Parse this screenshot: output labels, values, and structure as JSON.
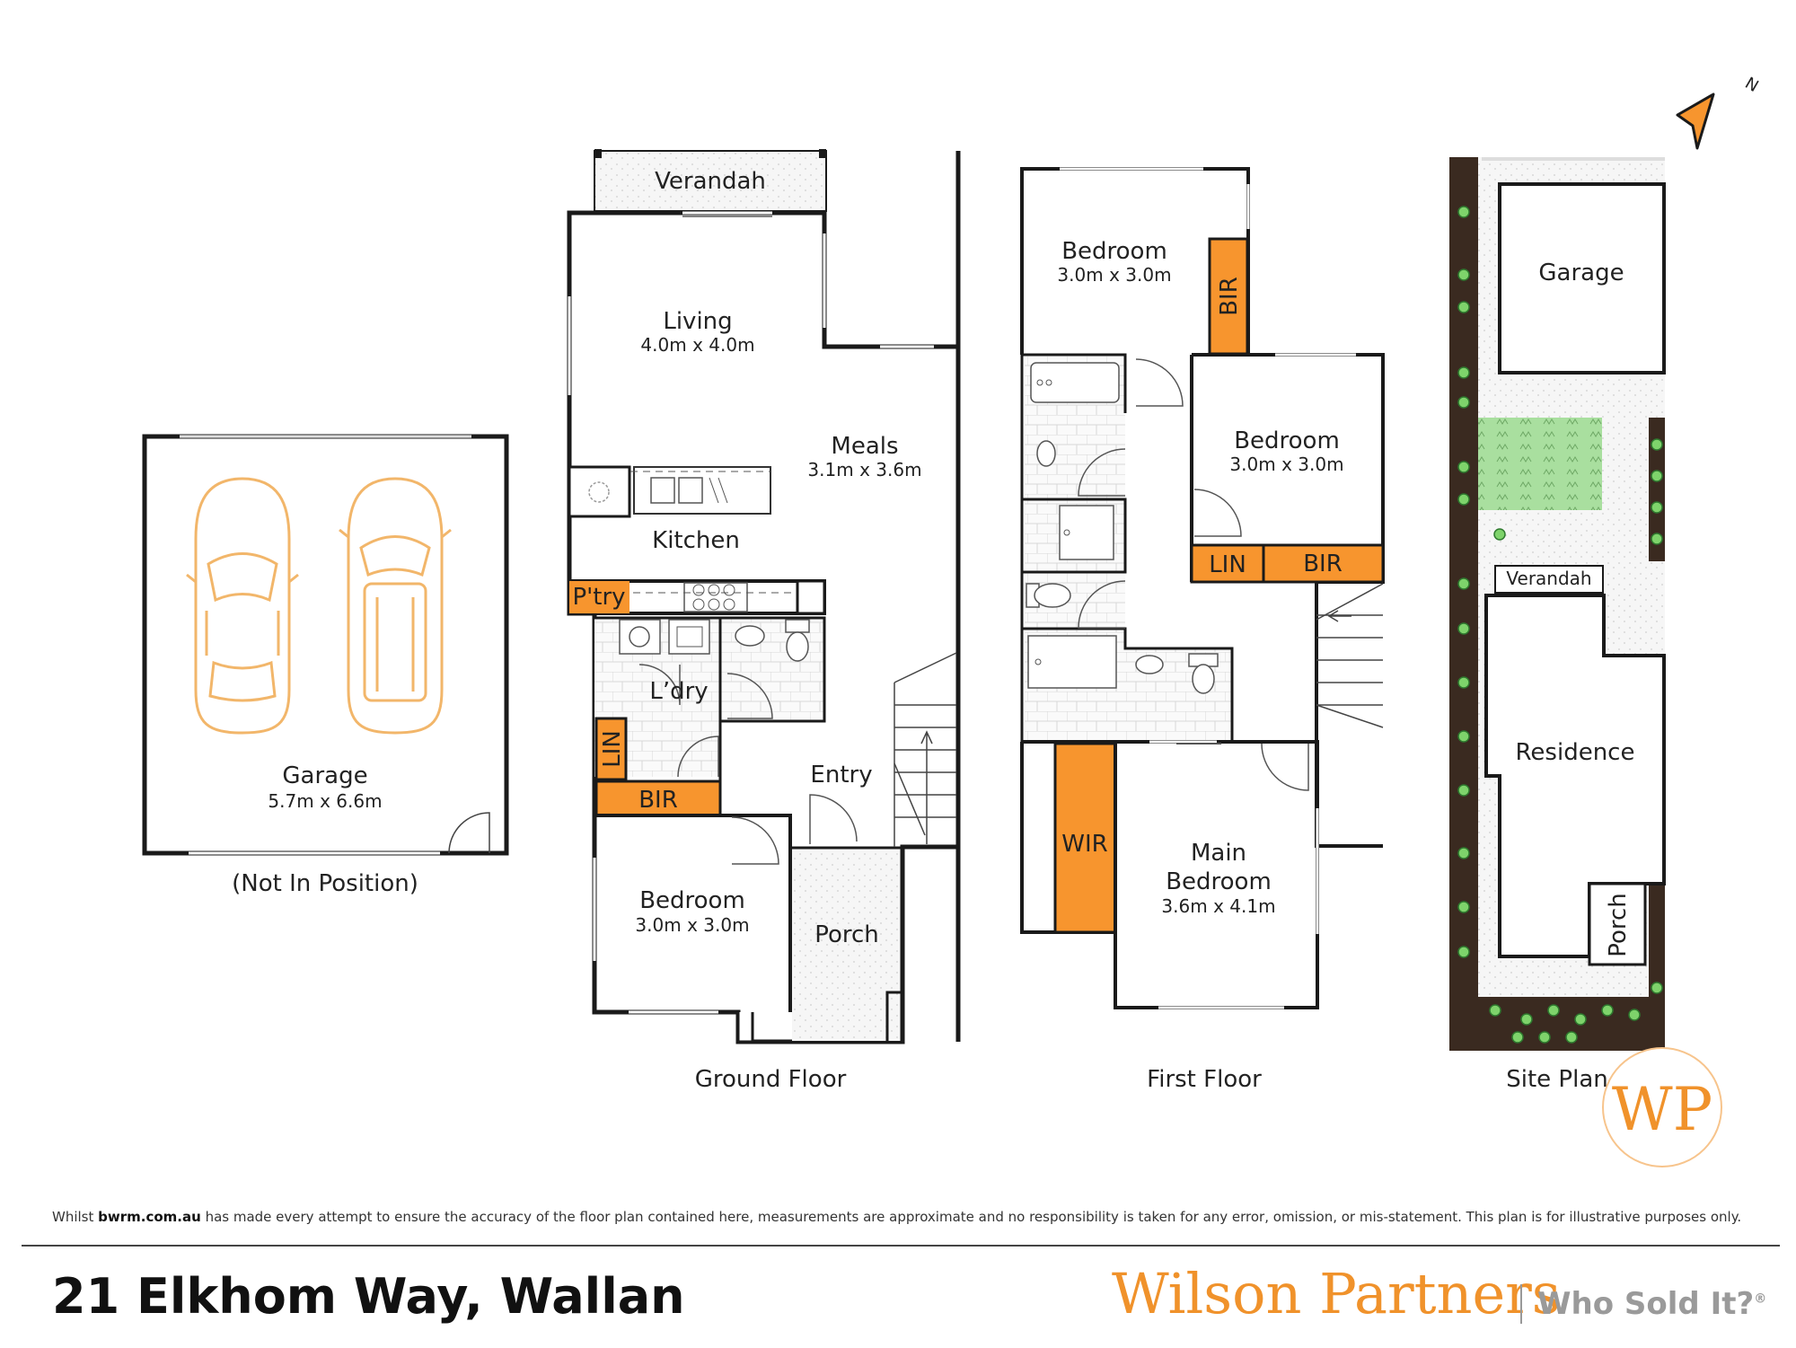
{
  "colors": {
    "accent": "#f7952e",
    "wall": "#1a1a1a",
    "lawn": "#a9df9f",
    "hedge": "#3a2a20"
  },
  "ground_floor": {
    "label": "Ground Floor",
    "verandah": "Verandah",
    "living": {
      "name": "Living",
      "size": "4.0m x 4.0m"
    },
    "meals": {
      "name": "Meals",
      "size": "3.1m x 3.6m"
    },
    "kitchen": "Kitchen",
    "pantry": "P'try",
    "laundry": "L’dry",
    "lin": "LIN",
    "bir": "BIR",
    "entry": "Entry",
    "bedroom": {
      "name": "Bedroom",
      "size": "3.0m x 3.0m"
    },
    "porch": "Porch"
  },
  "garage": {
    "name": "Garage",
    "size": "5.7m x 6.6m",
    "note": "(Not In Position)"
  },
  "first_floor": {
    "label": "First Floor",
    "bed1": {
      "name": "Bedroom",
      "size": "3.0m x 3.0m"
    },
    "bir1": "BIR",
    "bed2": {
      "name": "Bedroom",
      "size": "3.0m x 3.0m"
    },
    "lin": "LIN",
    "bir2": "BIR",
    "wir": "WIR",
    "main_line1": "Main",
    "main_line2": "Bedroom",
    "main_size": "3.6m x 4.1m"
  },
  "site_plan": {
    "label": "Site Plan",
    "garage": "Garage",
    "verandah": "Verandah",
    "residence": "Residence",
    "porch": "Porch"
  },
  "compass": {
    "letter": "N"
  },
  "logo_seal": "WP",
  "disclaimer": {
    "prefix": "Whilst ",
    "site": "bwrm.com.au",
    "rest": " has made every attempt to ensure the accuracy of the floor plan contained here, measurements are approximate and no responsibility is taken for any error, omission, or mis-statement. This plan is for illustrative purposes only."
  },
  "address": "21 Elkhom Way, Wallan",
  "brand": "Wilson Partners",
  "tagline": "Who Sold It?",
  "tagline_mark": "®"
}
